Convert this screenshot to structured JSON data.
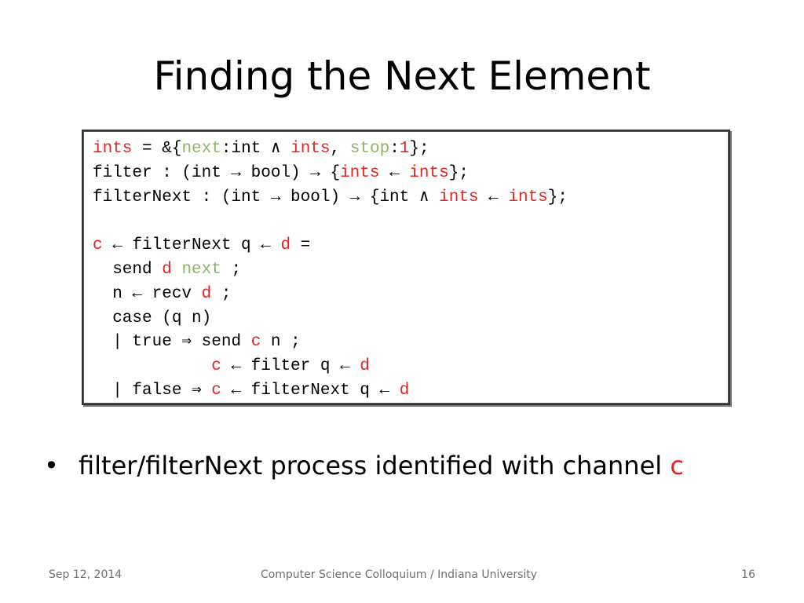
{
  "slide": {
    "title": "Finding the Next Element",
    "code_lines": [
      [
        {
          "t": "ints",
          "c": "red"
        },
        {
          "t": " = &{"
        },
        {
          "t": "next",
          "c": "green"
        },
        {
          "t": ":int ∧ "
        },
        {
          "t": "ints",
          "c": "red"
        },
        {
          "t": ", "
        },
        {
          "t": "stop",
          "c": "green"
        },
        {
          "t": ":"
        },
        {
          "t": "1",
          "c": "red"
        },
        {
          "t": "};"
        }
      ],
      [
        {
          "t": "filter : (int → bool) → {"
        },
        {
          "t": "ints",
          "c": "red"
        },
        {
          "t": " ← "
        },
        {
          "t": "ints",
          "c": "red"
        },
        {
          "t": "};"
        }
      ],
      [
        {
          "t": "filterNext : (int → bool) → {int ∧ "
        },
        {
          "t": "ints",
          "c": "red"
        },
        {
          "t": " ← "
        },
        {
          "t": "ints",
          "c": "red"
        },
        {
          "t": "};"
        }
      ],
      [],
      [
        {
          "t": "c",
          "c": "red"
        },
        {
          "t": " ← filterNext q ← "
        },
        {
          "t": "d",
          "c": "red"
        },
        {
          "t": " ="
        }
      ],
      [
        {
          "t": "  send "
        },
        {
          "t": "d",
          "c": "red"
        },
        {
          "t": " "
        },
        {
          "t": "next",
          "c": "green"
        },
        {
          "t": " ;"
        }
      ],
      [
        {
          "t": "  n ← recv "
        },
        {
          "t": "d",
          "c": "red"
        },
        {
          "t": " ;"
        }
      ],
      [
        {
          "t": "  case (q n)"
        }
      ],
      [
        {
          "t": "  | true ⇒ send "
        },
        {
          "t": "c",
          "c": "red"
        },
        {
          "t": " n ;"
        }
      ],
      [
        {
          "t": "            "
        },
        {
          "t": "c",
          "c": "red"
        },
        {
          "t": " ← filter q ← "
        },
        {
          "t": "d",
          "c": "red"
        }
      ],
      [
        {
          "t": "  | false ⇒ "
        },
        {
          "t": "c",
          "c": "red"
        },
        {
          "t": " ← filterNext q ← "
        },
        {
          "t": "d",
          "c": "red"
        }
      ]
    ],
    "bullet": {
      "marker": "•",
      "text": "filter/filterNext process identified with channel ",
      "accent": "c"
    },
    "colors": {
      "keyword_red": "#e8231f",
      "label_green": "#8db564"
    }
  },
  "footer": {
    "date": "Sep 12, 2014",
    "center": "Computer Science Colloquium / Indiana University",
    "page": "16"
  }
}
